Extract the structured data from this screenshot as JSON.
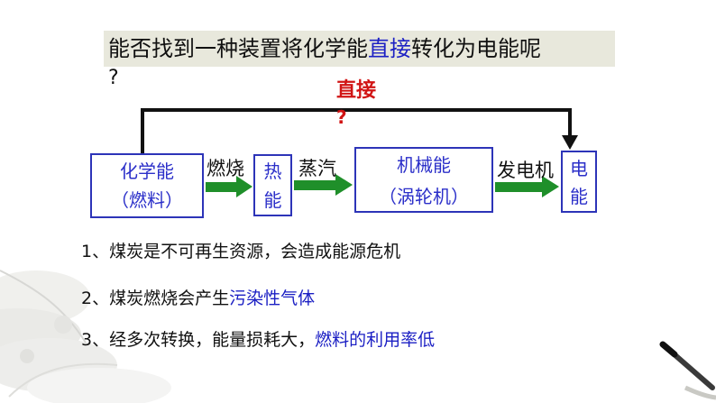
{
  "question": {
    "prefix": "能否找到一种装置将化学能",
    "highlight": "直接",
    "suffix": "转化为电能呢",
    "line2": "?"
  },
  "direct_label": {
    "line1": "直接",
    "line2": "?"
  },
  "boxes": {
    "chemical": {
      "line1": "化学能",
      "line2": "（燃料）"
    },
    "heat": {
      "line1": "热",
      "line2": "能"
    },
    "mechanical": {
      "line1": "机械能",
      "line2": "（涡轮机）"
    },
    "electric": {
      "line1": "电",
      "line2": "能"
    }
  },
  "arrows": {
    "combustion": "燃烧",
    "steam": "蒸汽",
    "generator": "发电机"
  },
  "facts": [
    {
      "text": "1、煤炭是不可再生资源，会造成能源危机",
      "highlight": ""
    },
    {
      "text": "2、煤炭燃烧会产生",
      "highlight": "污染性气体"
    },
    {
      "text": "3、经多次转换，能量损耗大，",
      "highlight": "燃料的利用率低"
    }
  ],
  "colors": {
    "box_border": "#2d34b8",
    "box_text": "#2b2fc9",
    "highlight_blue": "#1c20c4",
    "direct_red": "#d11414",
    "arrow_green": "#1f8f2a",
    "banner_bg": "#e8e8dc"
  }
}
